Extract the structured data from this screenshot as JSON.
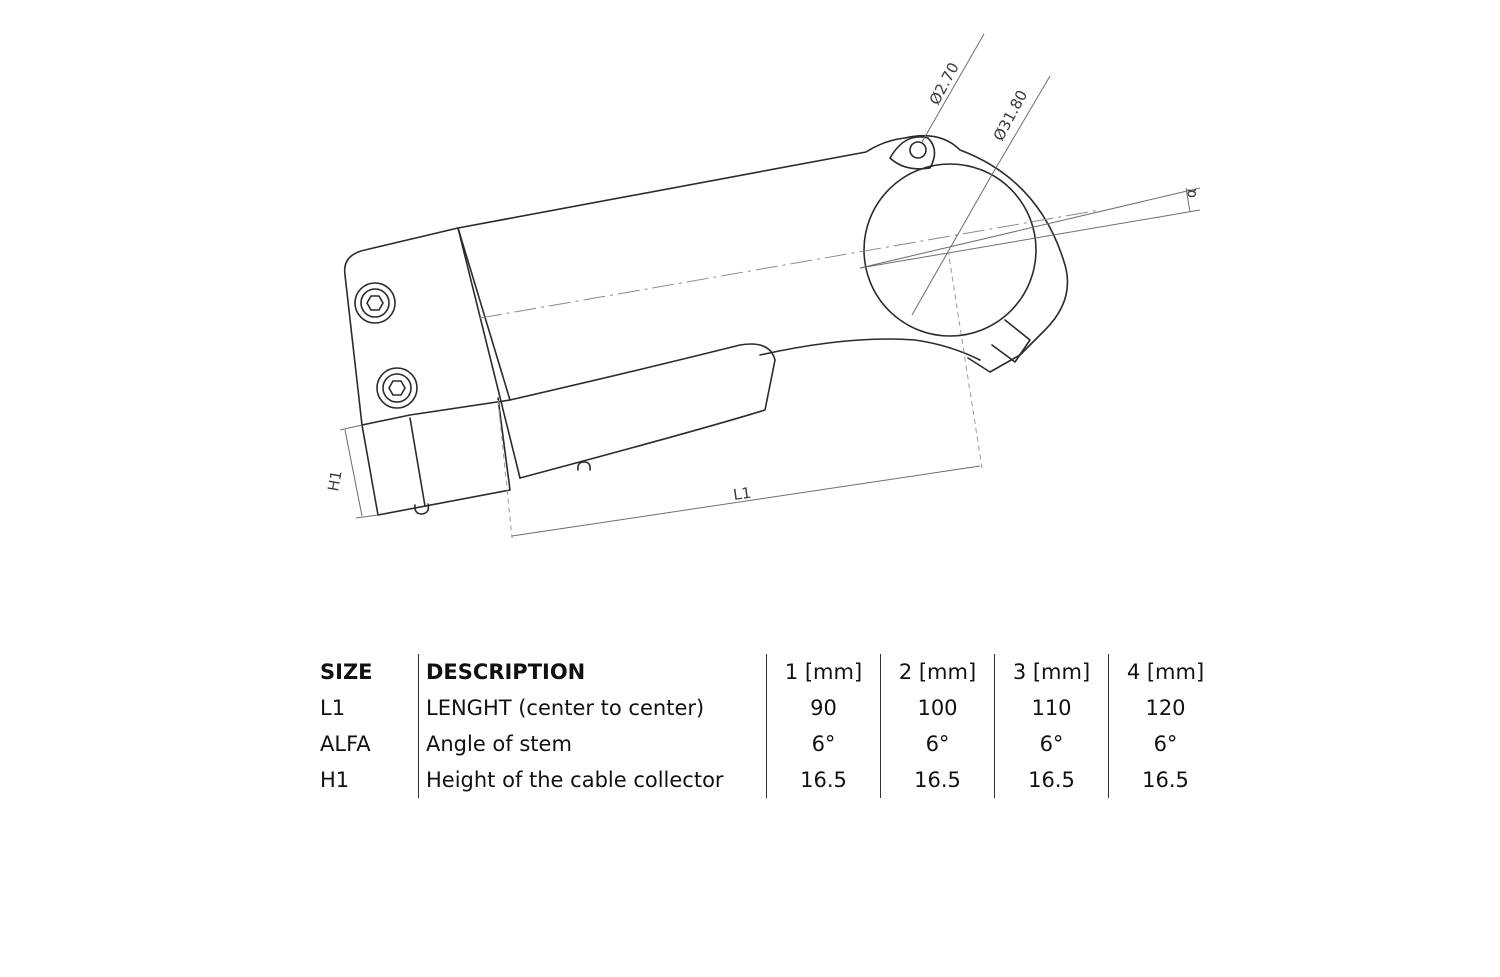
{
  "drawing": {
    "dim_clamp_bolt": "Ø2.70",
    "dim_bar_bore": "Ø31.80",
    "dim_angle": "α",
    "dim_h1": "H1",
    "dim_l1": "L1"
  },
  "table": {
    "headers": [
      "SIZE",
      "DESCRIPTION",
      "1 [mm]",
      "2 [mm]",
      "3 [mm]",
      "4 [mm]"
    ],
    "rows": [
      [
        "L1",
        "LENGHT (center to center)",
        "90",
        "100",
        "110",
        "120"
      ],
      [
        "ALFA",
        "Angle of stem",
        "6°",
        "6°",
        "6°",
        "6°"
      ],
      [
        "H1",
        "Height of the cable collector",
        "16.5",
        "16.5",
        "16.5",
        "16.5"
      ]
    ]
  }
}
